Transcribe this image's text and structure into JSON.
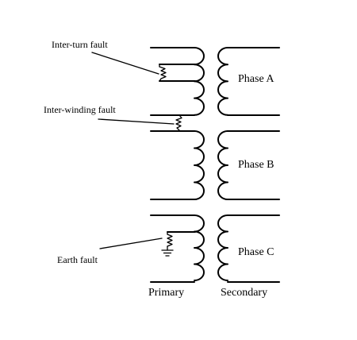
{
  "fault_labels": {
    "inter_turn": "Inter-turn fault",
    "inter_winding": "Inter-winding fault",
    "earth": "Earth fault"
  },
  "phase_labels": {
    "a": "Phase A",
    "b": "Phase B",
    "c": "Phase C"
  },
  "side_labels": {
    "primary": "Primary",
    "secondary": "Secondary"
  }
}
